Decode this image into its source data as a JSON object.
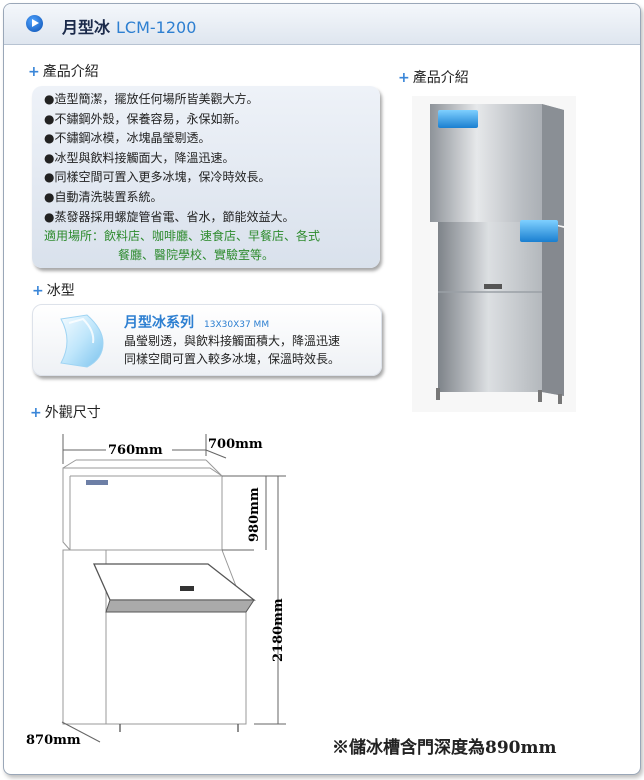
{
  "header": {
    "title": "月型冰",
    "model": "LCM-1200"
  },
  "intro": {
    "heading": "產品介紹",
    "bullet": "●",
    "items": [
      "造型簡潔，擺放任何場所皆美觀大方。",
      "不鏽鋼外殼，保養容易，永保如新。",
      "不鏽鋼冰模，冰塊晶瑩剔透。",
      "冰型與飲料接觸面大，降溫迅速。",
      "同樣空間可置入更多冰塊，保冷時效長。",
      "自動清洗裝置系統。",
      "蒸發器採用螺旋管省電、省水，節能效益大。"
    ],
    "usage_line1": "適用場所：飲料店、咖啡廳、速食店、早餐店、各式",
    "usage_line2": "餐廳、醫院學校、實驗室等。"
  },
  "photo_section": {
    "heading": "產品介紹"
  },
  "ice": {
    "heading": "冰型",
    "series": "月型冰系列",
    "size": "13X30X37 MM",
    "desc_line1": "晶瑩剔透，與飲料接觸面積大，降溫迅速",
    "desc_line2": "同樣空間可置入較多冰塊，保溫時效長。"
  },
  "dims": {
    "heading": "外觀尺寸",
    "width": "760mm",
    "depth_top": "700mm",
    "upper_height": "980mm",
    "total_height": "2180mm",
    "depth_bottom": "870mm",
    "note": "※儲冰槽含門深度為890mm"
  },
  "colors": {
    "accent": "#2d7fd1",
    "usage": "#2e8b2e",
    "plus": "#3a86d8"
  },
  "icons": {
    "header": "play-circle-icon",
    "section": "plus-icon"
  }
}
